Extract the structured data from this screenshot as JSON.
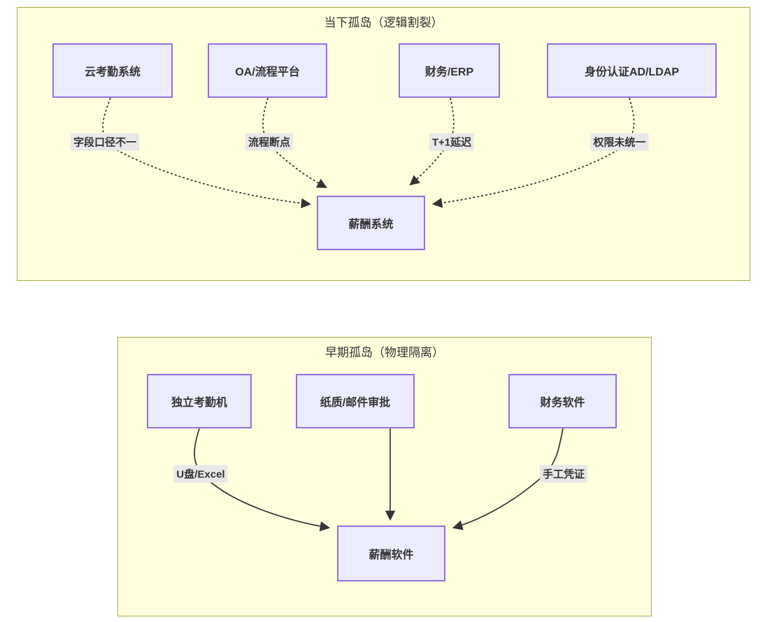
{
  "diagram_type": "flowchart",
  "palette": {
    "cluster_fill": "#ffffde",
    "cluster_border": "#aaaa33",
    "node_fill": "#ececff",
    "node_border": "#9370db",
    "edge_label_bg": "#e8e8e8",
    "line_color": "#333333",
    "text_color": "#333333",
    "page_bg": "#ffffff"
  },
  "clusters": [
    {
      "title": "当下孤岛（逻辑割裂）",
      "nodes": [
        "云考勤系统",
        "OA/流程平台",
        "财务/ERP",
        "身份认证AD/LDAP",
        "薪酬系统"
      ],
      "edges": [
        {
          "from": "云考勤系统",
          "to": "薪酬系统",
          "label": "字段口径不一",
          "style": "dotted"
        },
        {
          "from": "OA/流程平台",
          "to": "薪酬系统",
          "label": "流程断点",
          "style": "dotted"
        },
        {
          "from": "财务/ERP",
          "to": "薪酬系统",
          "label": "T+1延迟",
          "style": "dotted"
        },
        {
          "from": "身份认证AD/LDAP",
          "to": "薪酬系统",
          "label": "权限未统一",
          "style": "dotted"
        }
      ]
    },
    {
      "title": "早期孤岛（物理隔离）",
      "nodes": [
        "独立考勤机",
        "纸质/邮件审批",
        "财务软件",
        "薪酬软件"
      ],
      "edges": [
        {
          "from": "独立考勤机",
          "to": "薪酬软件",
          "label": "U盘/Excel",
          "style": "solid"
        },
        {
          "from": "纸质/邮件审批",
          "to": "薪酬软件",
          "label": "",
          "style": "solid"
        },
        {
          "from": "财务软件",
          "to": "薪酬软件",
          "label": "手工凭证",
          "style": "solid"
        }
      ]
    }
  ]
}
